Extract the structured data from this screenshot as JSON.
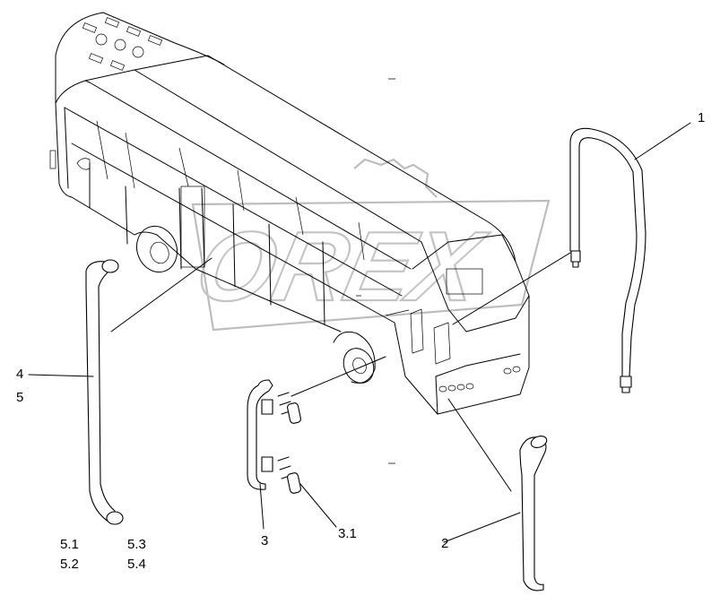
{
  "labels": {
    "l1": "1",
    "l2": "2",
    "l3": "3",
    "l31": "3.1",
    "l4": "4",
    "l5": "5",
    "l51": "5.1",
    "l52": "5.2",
    "l53": "5.3",
    "l54": "5.4"
  },
  "watermark_text": "OREX"
}
